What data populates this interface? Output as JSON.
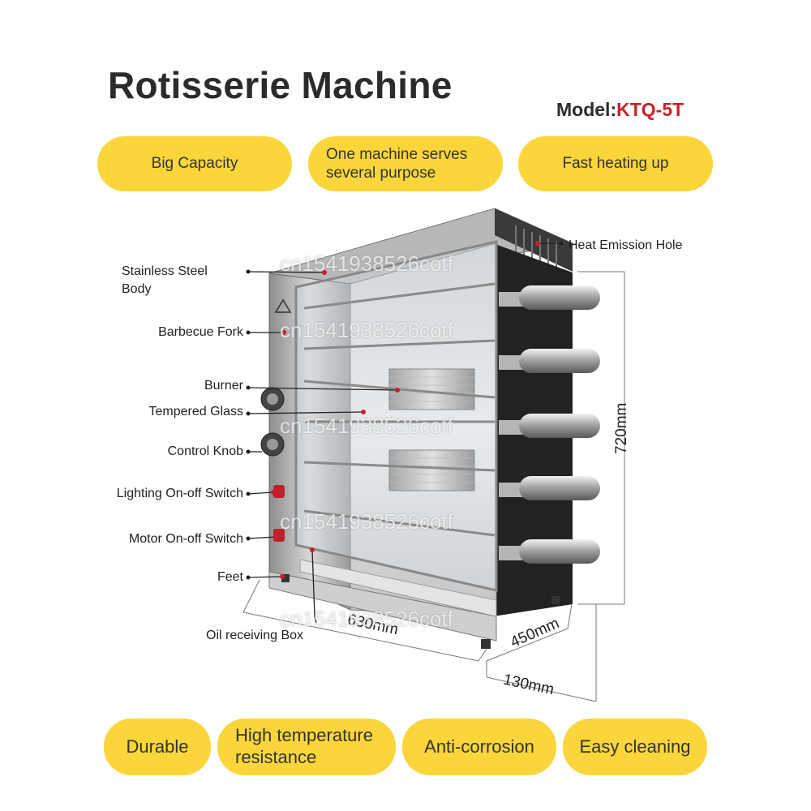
{
  "title": "Rotisserie Machine",
  "model": {
    "label": "Model:",
    "value": "KTQ-5T"
  },
  "top_features": [
    "Big Capacity",
    "One machine serves several purpose",
    "Fast heating up"
  ],
  "bottom_features": [
    "Durable",
    "High temperature resistance",
    "Anti-corrosion",
    "Easy cleaning"
  ],
  "parts": {
    "stainless_steel_body": "Stainless Steel Body",
    "barbecue_fork": "Barbecue Fork",
    "burner": "Burner",
    "tempered_glass": "Tempered Glass",
    "control_knob": "Control Knob",
    "lighting_switch": "Lighting On-off Switch",
    "motor_switch": "Motor On-off Switch",
    "feet": "Feet",
    "oil_box": "Oil receiving Box",
    "heat_hole": "Heat Emission Hole"
  },
  "dimensions": {
    "height": "720mm",
    "width": "630mm",
    "depth": "450mm",
    "feet": "130mm"
  },
  "watermark": "cn1541938526cotf",
  "colors": {
    "accent_yellow": "#fbd63a",
    "model_red": "#c8202a",
    "title": "#2b2b2b"
  }
}
